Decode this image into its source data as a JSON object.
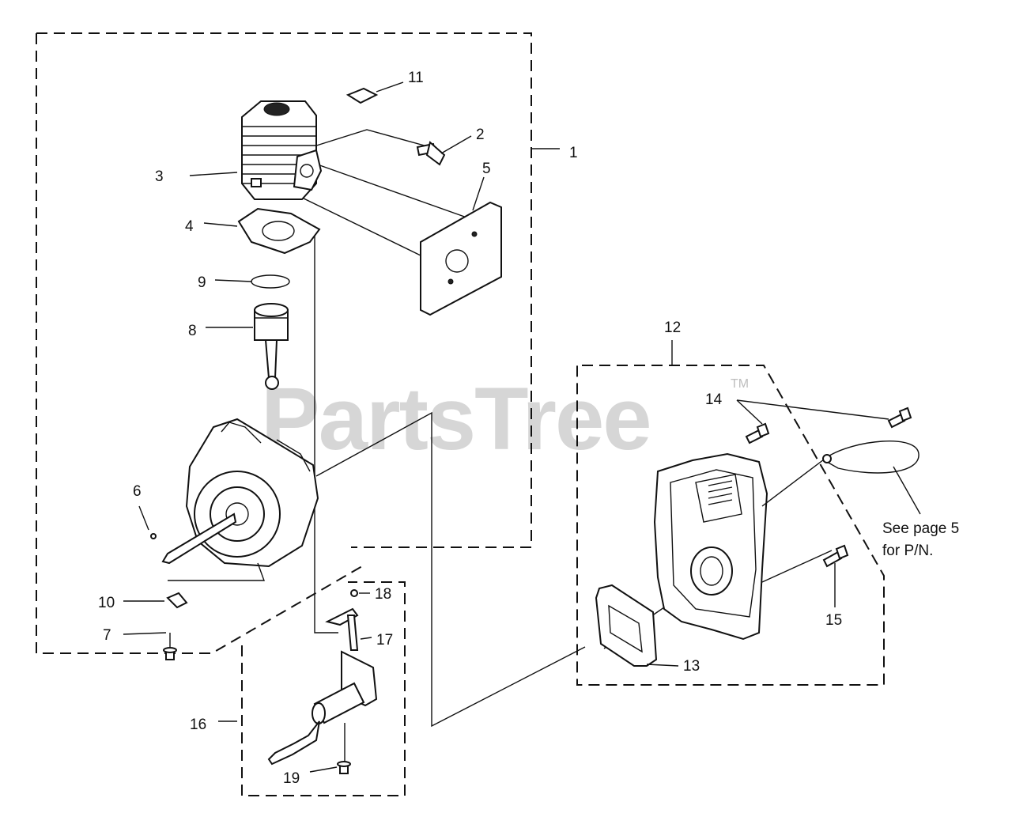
{
  "watermark": {
    "text": "PartsTree",
    "tm": "TM"
  },
  "callouts": {
    "c1": "1",
    "c2": "2",
    "c3": "3",
    "c4": "4",
    "c5": "5",
    "c6": "6",
    "c7": "7",
    "c8": "8",
    "c9": "9",
    "c10": "10",
    "c11": "11",
    "c12": "12",
    "c13": "13",
    "c14": "14",
    "c15": "15",
    "c16": "16",
    "c17": "17",
    "c18": "18",
    "c19": "19"
  },
  "note": {
    "line1": "See page 5",
    "line2": "for P/N."
  }
}
